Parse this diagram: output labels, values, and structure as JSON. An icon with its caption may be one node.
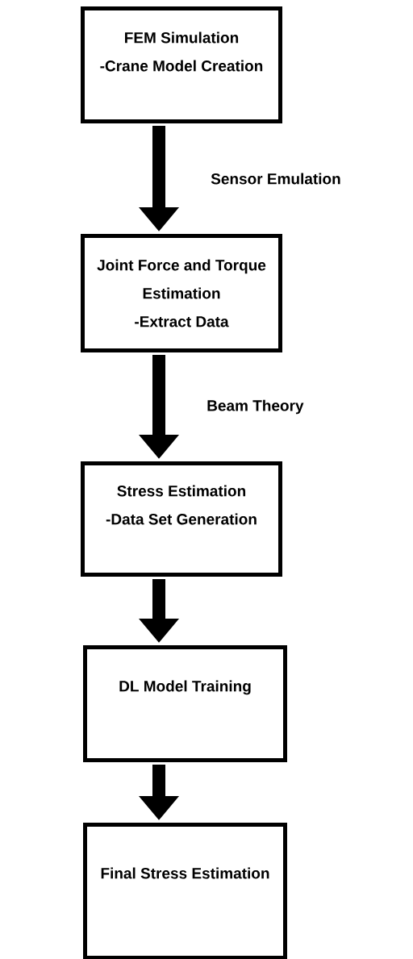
{
  "diagram": {
    "nodes": [
      {
        "text": [
          "FEM Simulation",
          "-Crane Model Creation"
        ]
      },
      {
        "text": [
          "Joint Force and Torque Estimation",
          "-Extract Data"
        ]
      },
      {
        "text": [
          "Stress Estimation",
          "-Data Set Generation"
        ]
      },
      {
        "text": [
          "DL Model Training"
        ]
      },
      {
        "text": [
          "Final Stress Estimation"
        ]
      }
    ],
    "edges": [
      {
        "from": 0,
        "to": 1,
        "arrow": "to",
        "label": "Sensor Emulation"
      },
      {
        "from": 1,
        "to": 2,
        "arrow": "to",
        "label": "Beam Theory"
      },
      {
        "from": 2,
        "to": 3,
        "arrow": "to"
      },
      {
        "from": 3,
        "to": 4,
        "arrow": "to"
      }
    ]
  }
}
